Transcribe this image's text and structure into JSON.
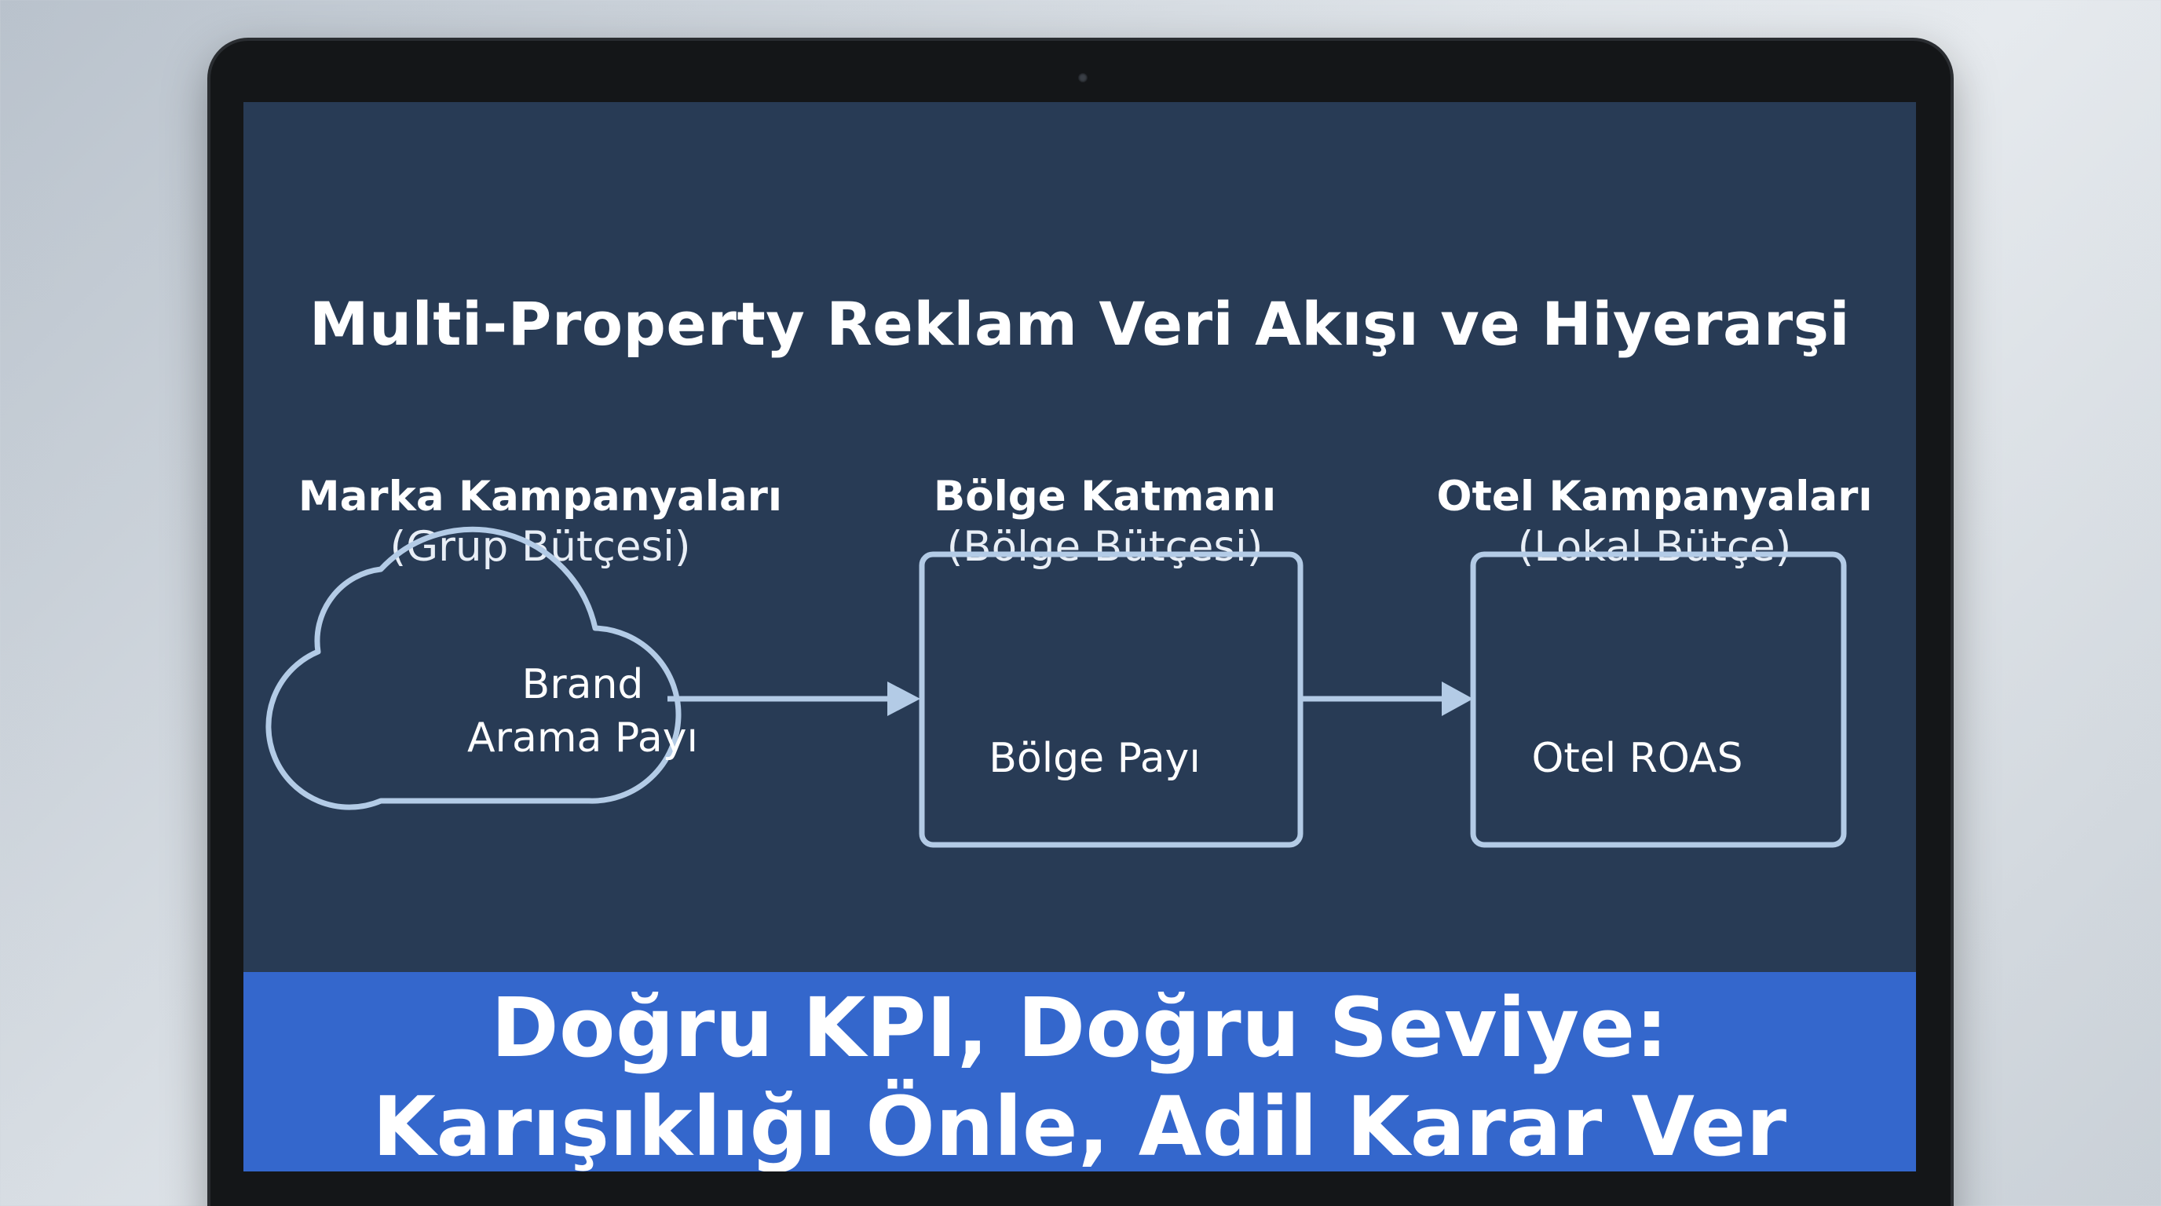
{
  "title": "Multi-Property Reklam Veri Akışı ve Hiyerarşi",
  "columns": [
    {
      "heading": "Marka Kampanyaları",
      "subheading": "(Grup Bütçesi)"
    },
    {
      "heading": "Bölge Katmanı",
      "subheading": "(Bölge Bütçesi)"
    },
    {
      "heading": "Otel Kampanyaları",
      "subheading": "(Lokal Bütçe)"
    }
  ],
  "nodes": {
    "cloud": {
      "line1": "Brand",
      "line2": "Arama Payı"
    },
    "region": {
      "label": "Bölge Payı"
    },
    "hotel": {
      "label": "Otel ROAS"
    }
  },
  "footer": {
    "line1": "Doğru KPI, Doğru Seviye:",
    "line2": "Karışıklığı Önle, Adil Karar Ver"
  },
  "colors": {
    "screen_bg": "#283b55",
    "outline": "#b3cbe6",
    "footer_bg": "#3467cc",
    "text": "#ffffff"
  }
}
